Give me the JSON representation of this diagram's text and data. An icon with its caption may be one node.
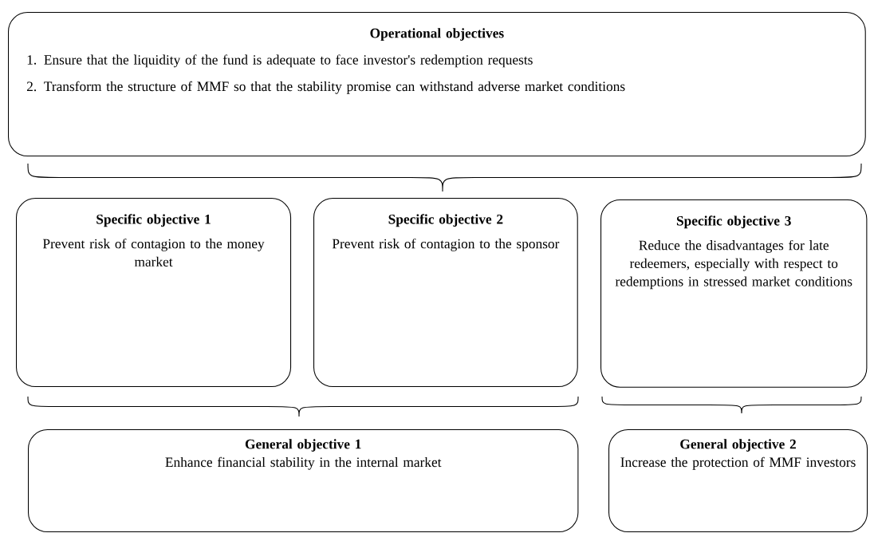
{
  "diagram": {
    "nodes": [
      {
        "text": [
          "Operational objectives",
          "1. Ensure that the liquidity of the fund is adequate to face investor's redemption requests",
          "2. Transform the structure of MMF so that the stability promise can withstand adverse market conditions"
        ]
      },
      {
        "text": [
          "Specific objective 1",
          "Prevent risk of contagion to the money market"
        ]
      },
      {
        "text": [
          "Specific objective 2",
          "Prevent risk of contagion to the sponsor"
        ]
      },
      {
        "text": [
          "Specific objective 3",
          "Reduce the disadvantages for late redeemers, especially with respect to redemptions in stressed market conditions"
        ]
      },
      {
        "text": [
          "General objective 1",
          "Enhance financial stability in the internal market"
        ]
      },
      {
        "text": [
          "General objective 2",
          "Increase the protection of MMF investors"
        ]
      }
    ]
  }
}
